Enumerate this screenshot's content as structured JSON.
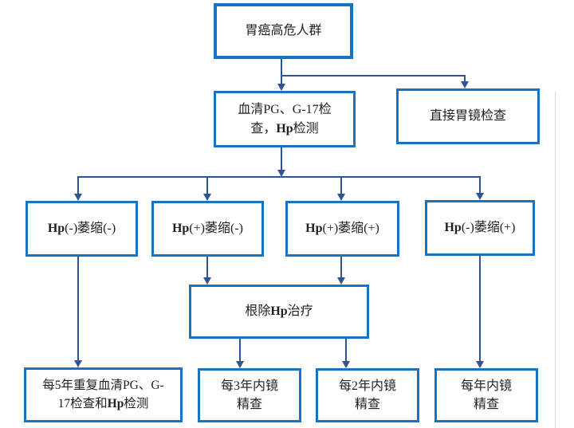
{
  "diagram": {
    "type": "flowchart",
    "language": "zh-CN",
    "topic": "胃癌高危人群筛查流程",
    "colors": {
      "box_border": "#1a73c0",
      "connector": "#2f5496",
      "text": "#1f1f1f",
      "background": "#ffffff"
    },
    "nodes": {
      "high_risk": {
        "pre": "胃癌高危人群"
      },
      "serum": {
        "pre": "血清PG、G-17检查，",
        "bold": "Hp",
        "post": "检测"
      },
      "gastroscopy": {
        "pre": "直接胃镜检查"
      },
      "hp_neg_atr_neg": {
        "bold": "Hp",
        "post": "(-)萎缩(-)"
      },
      "hp_pos_atr_neg": {
        "bold": "Hp",
        "post": "(+)萎缩(-)"
      },
      "hp_pos_atr_pos": {
        "bold": "Hp",
        "post": "(+)萎缩(+)"
      },
      "hp_neg_atr_pos": {
        "bold": "Hp",
        "post": "(-)萎缩(+)"
      },
      "eradication": {
        "pre": "根除",
        "bold": "Hp",
        "post": "治疗"
      },
      "repeat_5y": {
        "pre": "每5年重复血清PG、G-17检查和",
        "bold": "Hp",
        "post": "检测"
      },
      "endoscopy_3y": {
        "pre": "每3年内镜精查"
      },
      "endoscopy_2y": {
        "pre": "每2年内镜精查"
      },
      "endoscopy_1y": {
        "pre": "每年内镜精查"
      }
    },
    "edges": [
      "high_risk -> serum",
      "high_risk -> gastroscopy",
      "serum -> hp_neg_atr_neg",
      "serum -> hp_pos_atr_neg",
      "serum -> hp_pos_atr_pos",
      "serum -> hp_neg_atr_pos",
      "hp_neg_atr_neg -> repeat_5y",
      "hp_pos_atr_neg -> eradication",
      "hp_pos_atr_pos -> eradication",
      "hp_neg_atr_pos -> endoscopy_1y",
      "eradication -> endoscopy_3y",
      "eradication -> endoscopy_2y"
    ]
  }
}
